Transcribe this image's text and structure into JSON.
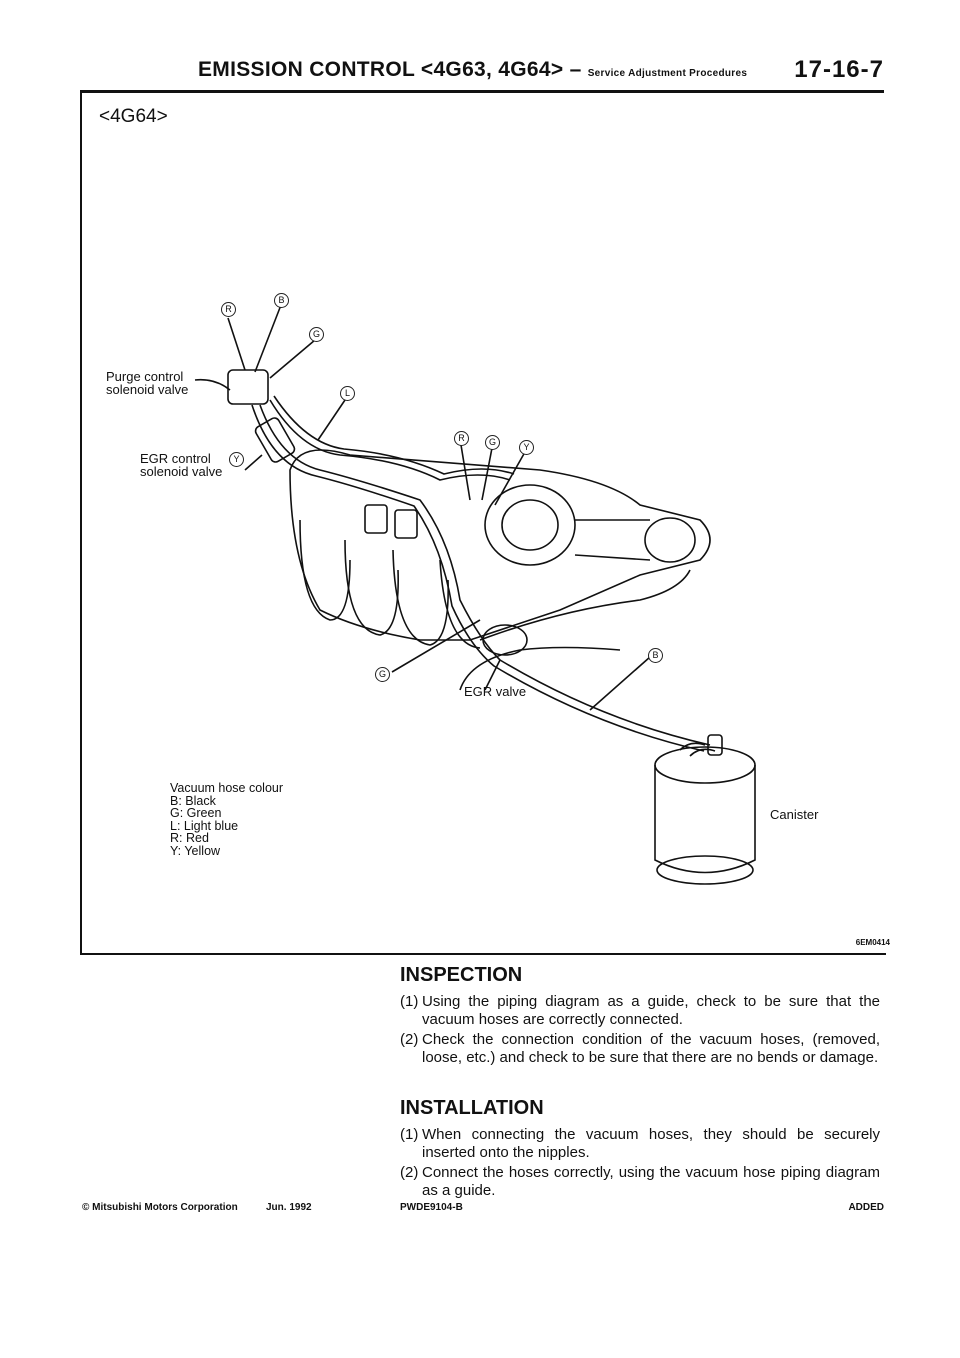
{
  "header": {
    "title": "EMISSION CONTROL <4G63, 4G64> –",
    "subtitle": "Service Adjustment Procedures",
    "page_number": "17-16-7"
  },
  "figure": {
    "title": "<4G64>",
    "code": "6EM0414",
    "labels": {
      "purge_valve": "Purge control\nsolenoid valve",
      "egr_solenoid": "EGR control\nsolenoid valve",
      "egr_valve": "EGR valve",
      "canister": "Canister"
    },
    "hose_markers": [
      "R",
      "B",
      "G",
      "L",
      "R",
      "G",
      "Y",
      "Y",
      "G",
      "B"
    ],
    "legend": {
      "title": "Vacuum hose colour",
      "items": [
        "B: Black",
        "G: Green",
        "L: Light blue",
        "R: Red",
        "Y: Yellow"
      ]
    }
  },
  "inspection": {
    "heading": "INSPECTION",
    "items": [
      {
        "num": "(1)",
        "text": "Using the piping diagram as a guide, check to be sure that the vacuum hoses are correctly connected."
      },
      {
        "num": "(2)",
        "text": "Check the connection condition of the vacuum hoses, (removed, loose, etc.) and check to be sure that there are no bends or damage."
      }
    ]
  },
  "installation": {
    "heading": "INSTALLATION",
    "items": [
      {
        "num": "(1)",
        "text": "When connecting the vacuum hoses, they should be securely inserted onto the nipples."
      },
      {
        "num": "(2)",
        "text": "Connect the hoses correctly, using the vacuum hose piping diagram as a guide."
      }
    ]
  },
  "footer": {
    "copyright": "© Mitsubishi Motors Corporation",
    "date": "Jun. 1992",
    "doc_code": "PWDE9104-B",
    "status": "ADDED"
  }
}
